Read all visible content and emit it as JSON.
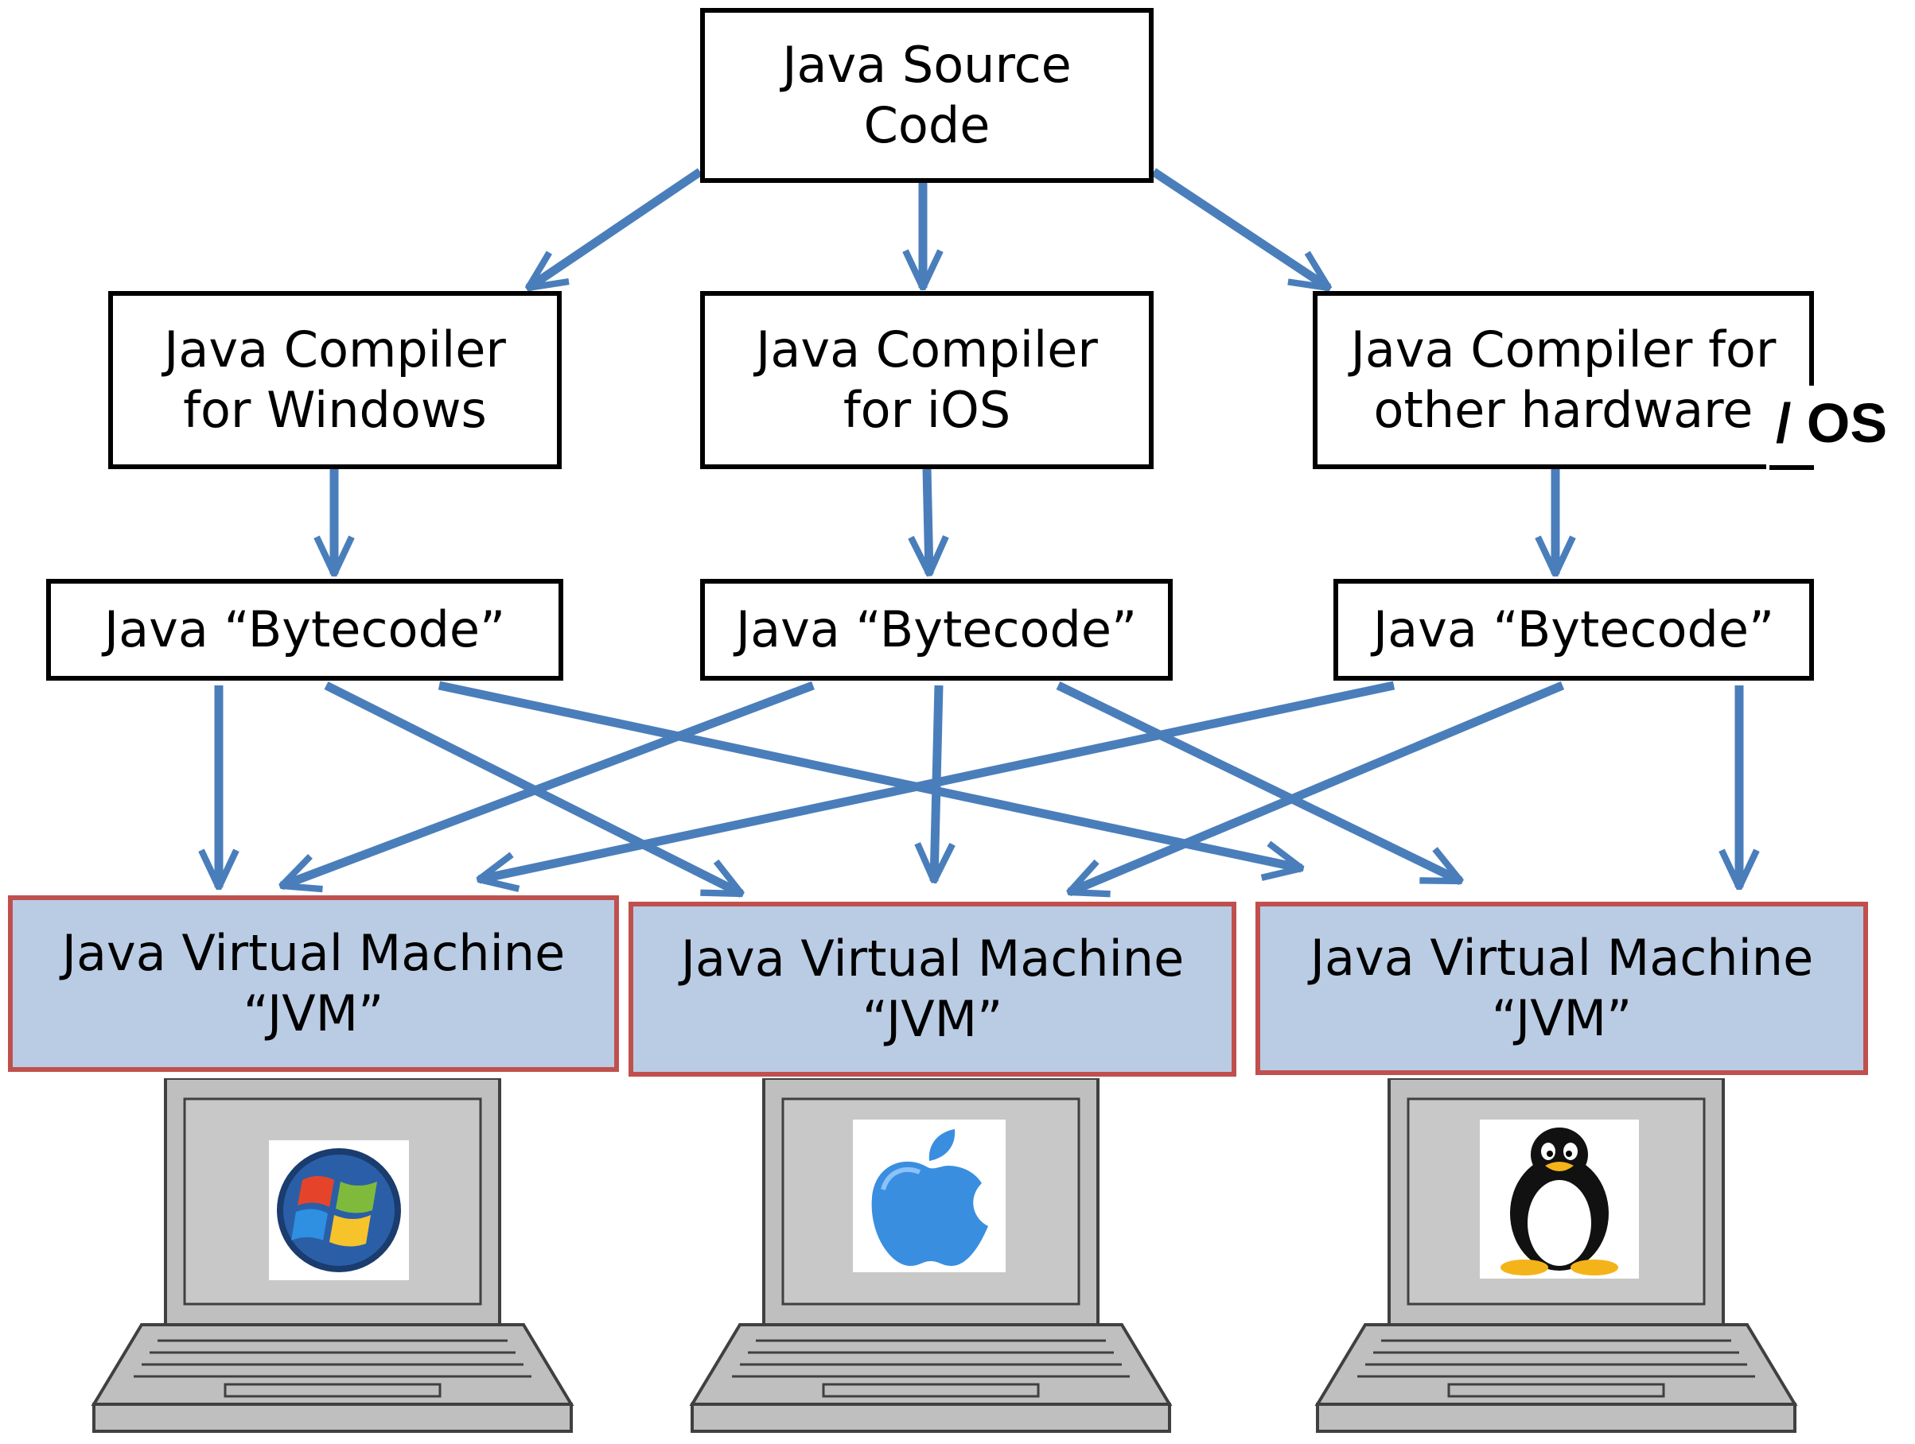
{
  "colors": {
    "arrow": "#4a7ebb",
    "jvm_fill": "#b9cce4",
    "jvm_border": "#c0504d",
    "laptop_fill": "#bfbfbf",
    "laptop_outline": "#404040"
  },
  "source": {
    "line1": "Java Source",
    "line2": "Code"
  },
  "compilers": [
    {
      "line1": "Java Compiler",
      "line2": "for Windows"
    },
    {
      "line1": "Java Compiler",
      "line2": "for iOS"
    },
    {
      "line1": "Java Compiler for",
      "line2": "other hardware",
      "suffix": "/ OS"
    }
  ],
  "bytecode": [
    {
      "label": "Java “Bytecode”"
    },
    {
      "label": "Java “Bytecode”"
    },
    {
      "label": "Java “Bytecode”"
    }
  ],
  "jvms": [
    {
      "line1": "Java Virtual Machine",
      "line2": "“JVM”"
    },
    {
      "line1": "Java Virtual Machine",
      "line2": "“JVM”"
    },
    {
      "line1": "Java Virtual Machine",
      "line2": "“JVM”"
    }
  ],
  "laptops": [
    {
      "icon": "windows-logo-icon"
    },
    {
      "icon": "apple-logo-icon"
    },
    {
      "icon": "linux-penguin-icon"
    }
  ]
}
